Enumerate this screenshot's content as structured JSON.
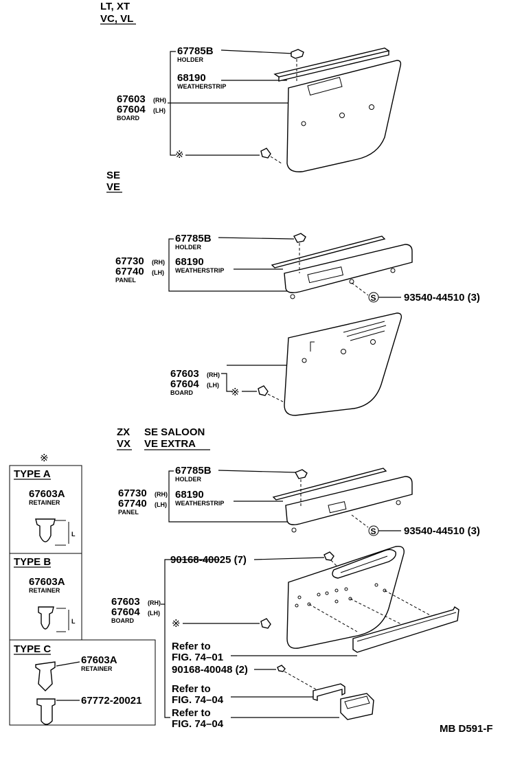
{
  "variants": {
    "group1_line1": "LT, XT",
    "group1_line2": "VC, VL",
    "group2_line1": "SE",
    "group2_line2": "VE",
    "group3_a1": "ZX",
    "group3_b1": "SE SALOON",
    "group3_a2": "VX",
    "group3_b2": "VE EXTRA"
  },
  "section1": {
    "holder_no": "67785B",
    "holder_name": "HOLDER",
    "weatherstrip_no": "68190",
    "weatherstrip_name": "WEATHERSTRIP",
    "board_rh_no": "67603",
    "board_rh_tag": "(RH)",
    "board_lh_no": "67604",
    "board_lh_tag": "(LH)",
    "board_name": "BOARD",
    "clip_mark": "※"
  },
  "section2": {
    "holder_no": "67785B",
    "holder_name": "HOLDER",
    "panel_rh_no": "67730",
    "panel_rh_tag": "(RH)",
    "panel_lh_no": "67740",
    "panel_lh_tag": "(LH)",
    "panel_name": "PANEL",
    "weatherstrip_no": "68190",
    "weatherstrip_name": "WEATHERSTRIP",
    "screw_mark": "S",
    "screw_no": "93540-44510 (3)",
    "board_rh_no": "67603",
    "board_rh_tag": "(RH)",
    "board_lh_no": "67604",
    "board_lh_tag": "(LH)",
    "board_name": "BOARD",
    "clip_mark": "※"
  },
  "section3": {
    "holder_no": "67785B",
    "holder_name": "HOLDER",
    "panel_rh_no": "67730",
    "panel_rh_tag": "(RH)",
    "panel_lh_no": "67740",
    "panel_lh_tag": "(LH)",
    "panel_name": "PANEL",
    "weatherstrip_no": "68190",
    "weatherstrip_name": "WEATHERSTRIP",
    "screw_mark": "S",
    "screw_no": "93540-44510 (3)",
    "bolt1_no": "90168-40025 (7)",
    "board_rh_no": "67603",
    "board_rh_tag": "(RH)",
    "board_lh_no": "67604",
    "board_lh_tag": "(LH)",
    "board_name": "BOARD",
    "clip_mark": "※",
    "ref1_line1": "Refer to",
    "ref1_line2": "FIG. 74–01",
    "bolt2_no": "90168-40048 (2)",
    "ref2_line1": "Refer to",
    "ref2_line2": "FIG. 74–04",
    "ref3_line1": "Refer to",
    "ref3_line2": "FIG. 74–04"
  },
  "legend": {
    "mark": "※",
    "type_a_title": "TYPE A",
    "type_a_no": "67603A",
    "type_a_name": "RETAINER",
    "type_a_dim": "L",
    "type_b_title": "TYPE B",
    "type_b_no": "67603A",
    "type_b_name": "RETAINER",
    "type_b_dim": "L",
    "type_c_title": "TYPE C",
    "type_c_no": "67603A",
    "type_c_name": "RETAINER",
    "type_c_no2": "67772-20021"
  },
  "figure_code": "MB D591-F"
}
